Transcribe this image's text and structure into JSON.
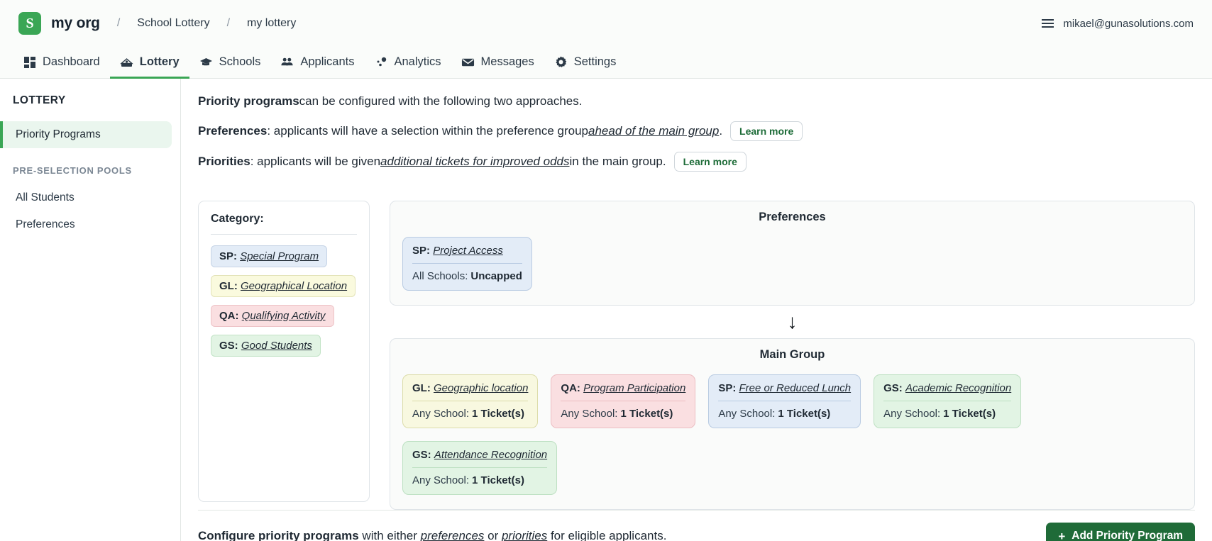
{
  "header": {
    "logo_letter": "S",
    "org_name": "my org",
    "breadcrumb_sep": "/",
    "breadcrumb": [
      "School Lottery",
      "my lottery"
    ],
    "user_email": "mikael@gunasolutions.com",
    "menu_icon": "hamburger-menu-icon"
  },
  "nav": {
    "items": [
      {
        "label": "Dashboard",
        "icon": "dashboard-grid-icon",
        "active": false
      },
      {
        "label": "Lottery",
        "icon": "lottery-ballot-icon",
        "active": true
      },
      {
        "label": "Schools",
        "icon": "graduation-cap-icon",
        "active": false
      },
      {
        "label": "Applicants",
        "icon": "people-icon",
        "active": false
      },
      {
        "label": "Analytics",
        "icon": "scatter-plot-icon",
        "active": false
      },
      {
        "label": "Messages",
        "icon": "envelope-icon",
        "active": false
      },
      {
        "label": "Settings",
        "icon": "gear-icon",
        "active": false
      }
    ]
  },
  "sidebar": {
    "title": "LOTTERY",
    "items": [
      {
        "label": "Priority Programs",
        "active": true
      }
    ],
    "pools_title": "PRE-SELECTION POOLS",
    "pools": [
      {
        "label": "All Students",
        "active": false
      },
      {
        "label": "Preferences",
        "active": false
      }
    ]
  },
  "intro": {
    "line1_bold": "Priority programs",
    "line1_rest": " can be configured with the following two approaches.",
    "line2_bold": "Preferences",
    "line2_mid": ": applicants will have a selection within the preference group ",
    "line2_em": "ahead of the main group",
    "line2_end": ".",
    "line2_button": "Learn more",
    "line3_bold": "Priorities",
    "line3_mid": ": applicants will be given ",
    "line3_em": "additional tickets for improved odds",
    "line3_end": " in the main group.",
    "line3_button": "Learn more"
  },
  "category_panel": {
    "title": "Category:",
    "chips": [
      {
        "code": "SP:",
        "name": "Special Program",
        "color_class": "chip-sp",
        "color": "#e3ecf7"
      },
      {
        "code": "GL:",
        "name": "Geographical Location",
        "color_class": "chip-gl",
        "color": "#fafade"
      },
      {
        "code": "QA:",
        "name": "Qualifying Activity",
        "color_class": "chip-qa",
        "color": "#fadfe1"
      },
      {
        "code": "GS:",
        "name": "Good Students",
        "color_class": "chip-gs",
        "color": "#e2f4e4"
      }
    ]
  },
  "preferences_group": {
    "title": "Preferences",
    "cards": [
      {
        "code": "SP:",
        "name": "Project Access",
        "scope_label": "All Schools:",
        "scope_value": "Uncapped",
        "color_class": "c-sp"
      }
    ]
  },
  "arrow": {
    "glyph": "↓",
    "name": "down-arrow-icon"
  },
  "main_group": {
    "title": "Main Group",
    "cards": [
      {
        "code": "GL:",
        "name": "Geographic location",
        "scope_label": "Any School:",
        "scope_value": "1 Ticket(s)",
        "color_class": "c-gl"
      },
      {
        "code": "QA:",
        "name": "Program Participation",
        "scope_label": "Any School:",
        "scope_value": "1 Ticket(s)",
        "color_class": "c-qa"
      },
      {
        "code": "SP:",
        "name": "Free or Reduced Lunch",
        "scope_label": "Any School:",
        "scope_value": "1 Ticket(s)",
        "color_class": "c-sp"
      },
      {
        "code": "GS:",
        "name": "Academic Recognition",
        "scope_label": "Any School:",
        "scope_value": "1 Ticket(s)",
        "color_class": "c-gs"
      },
      {
        "code": "GS:",
        "name": "Attendance Recognition",
        "scope_label": "Any School:",
        "scope_value": "1 Ticket(s)",
        "color_class": "c-gs"
      }
    ]
  },
  "footer": {
    "bold": "Configure priority programs",
    "mid": " with either ",
    "em1": "preferences",
    "mid2": " or ",
    "em2": "priorities",
    "end": " for eligible applicants.",
    "add_button": "Add Priority Program",
    "add_button_plus": "+",
    "accent_color": "#1f6b38"
  }
}
